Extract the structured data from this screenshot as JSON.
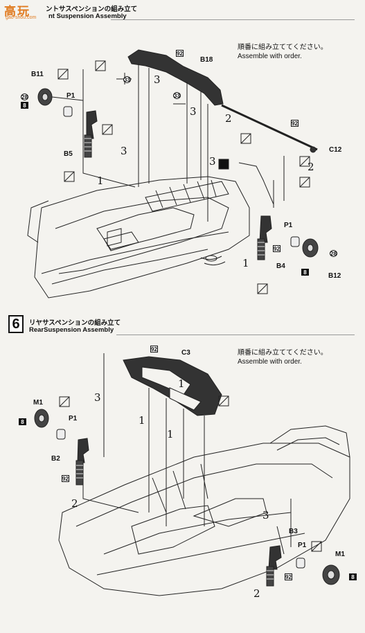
{
  "watermark": {
    "cn": "高玩",
    "url": "gao-shou.com"
  },
  "step5": {
    "title_jp": "ントサスペンションの組み立て",
    "title_en": "nt Suspension Assembly",
    "order_jp": "順番に組み立ててください。",
    "order_en": "Assemble with order."
  },
  "step6": {
    "number": "6",
    "title_jp": "リヤサスペンションの組み立て",
    "title_en": "RearSuspension Assembly",
    "order_jp": "順番に組み立ててください。",
    "order_en": "Assemble with order."
  },
  "labels": {
    "b11": "B11",
    "p1a": "P1",
    "b5": "B5",
    "b18": "B18",
    "c12": "C12",
    "p1b": "P1",
    "b4": "B4",
    "b12": "B12",
    "c3": "C3",
    "m1a": "M1",
    "p1c": "P1",
    "b2": "B2",
    "b3": "B3",
    "p1d": "P1",
    "m1b": "M1"
  },
  "badges": {
    "b28a": "28",
    "b8a": "8",
    "b92a": "92",
    "b33a": "33",
    "b33b": "33",
    "b92b": "92",
    "b92c": "92",
    "b28b": "28",
    "b8b": "8",
    "b92d": "92",
    "b8c": "8",
    "b92e": "92",
    "b92f": "92",
    "b8d": "8"
  },
  "order_numbers": {
    "n3a": "3",
    "n3b": "3",
    "n2a": "2",
    "n3c": "3",
    "n1a": "1",
    "n3d": "3",
    "n2b": "2",
    "n1b": "1",
    "n3e": "3",
    "n1c": "1",
    "n1d": "1",
    "n1e": "1",
    "n2c": "2",
    "n3f": "3",
    "n2d": "2"
  }
}
